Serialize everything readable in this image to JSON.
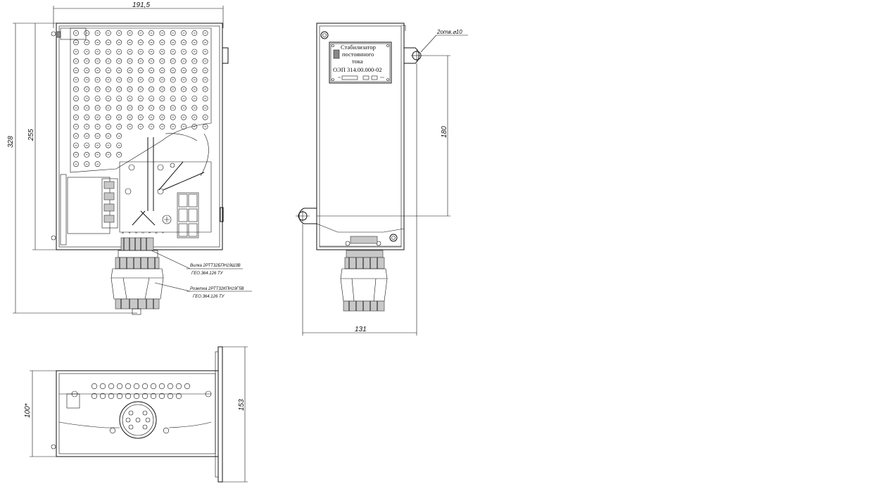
{
  "dimensions": {
    "top_width": "191,5",
    "total_height": "328",
    "body_height": "255",
    "holes": "2отв.⌀10",
    "hole_spacing": "180",
    "side_width": "131",
    "bottom_depth": "100*",
    "bottom_height": "153"
  },
  "nameplate": {
    "line1": "Стабилизатор",
    "line2": "постоянного",
    "line3": "тока",
    "code": "ОЭП 314.00.000-02"
  },
  "callouts": {
    "plug_line1": "Вилка 2РТТ32БПН19Ш3В",
    "plug_line2": "ГЕО.364.126 ТУ",
    "socket_line1": "Розетка 2РТТ32КПН19Г5В",
    "socket_line2": "ГЕО.364.126 ТУ"
  },
  "pin_labels": [
    "5",
    "4",
    "3",
    "2",
    "1",
    "6",
    "7"
  ]
}
